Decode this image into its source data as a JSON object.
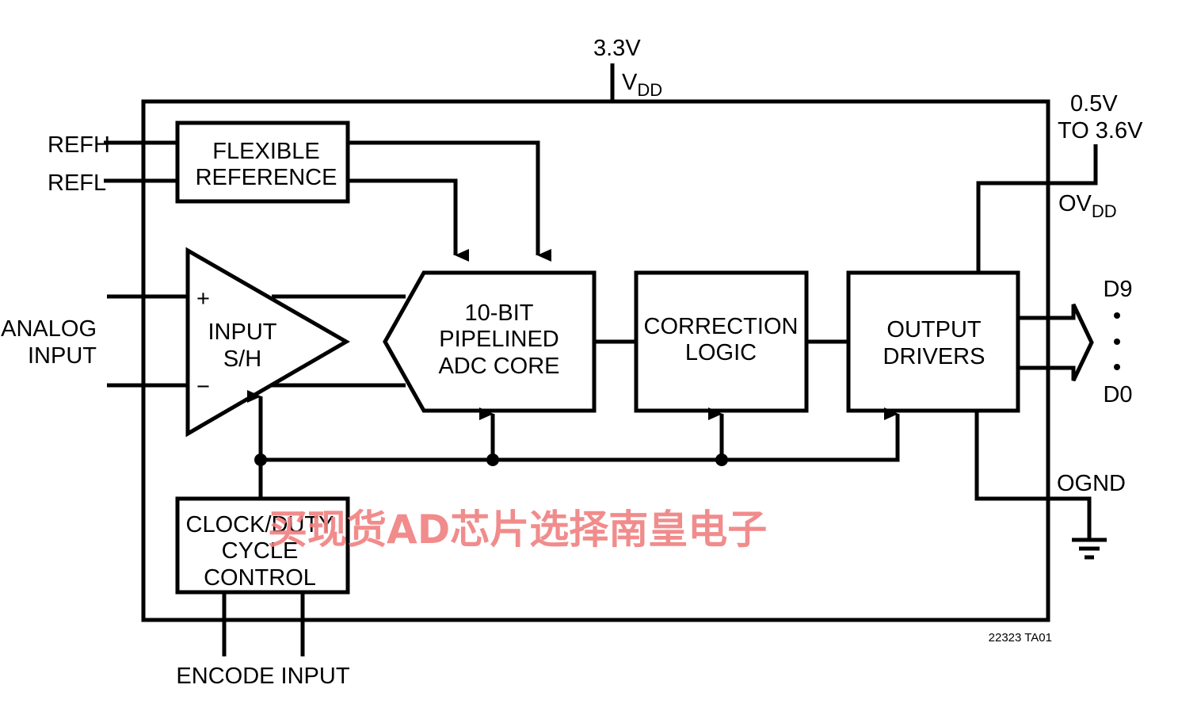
{
  "supply": {
    "voltage": "3.3V",
    "rail": "V",
    "rail_sub": "DD"
  },
  "output_supply": {
    "range_line1": "0.5V",
    "range_line2": "TO 3.6V",
    "rail": "OV",
    "rail_sub": "DD"
  },
  "pins": {
    "refh": "REFH",
    "refl": "REFL",
    "analog_line1": "ANALOG",
    "analog_line2": "INPUT",
    "encode": "ENCODE INPUT",
    "ognd": "OGND",
    "d9": "D9",
    "d0": "D0"
  },
  "blocks": {
    "reference": [
      "FLEXIBLE",
      "REFERENCE"
    ],
    "sample_hold": [
      "INPUT",
      "S/H"
    ],
    "adc_core": [
      "10-BIT",
      "PIPELINED",
      "ADC CORE"
    ],
    "correction": [
      "CORRECTION",
      "LOGIC"
    ],
    "drivers": [
      "OUTPUT",
      "DRIVERS"
    ],
    "clock": [
      "CLOCK/DUTY",
      "CYCLE",
      "CONTROL"
    ]
  },
  "amp_signs": {
    "plus": "+",
    "minus": "−"
  },
  "figure_id": "22323 TA01",
  "watermark": "买现货AD芯片选择南皇电子"
}
